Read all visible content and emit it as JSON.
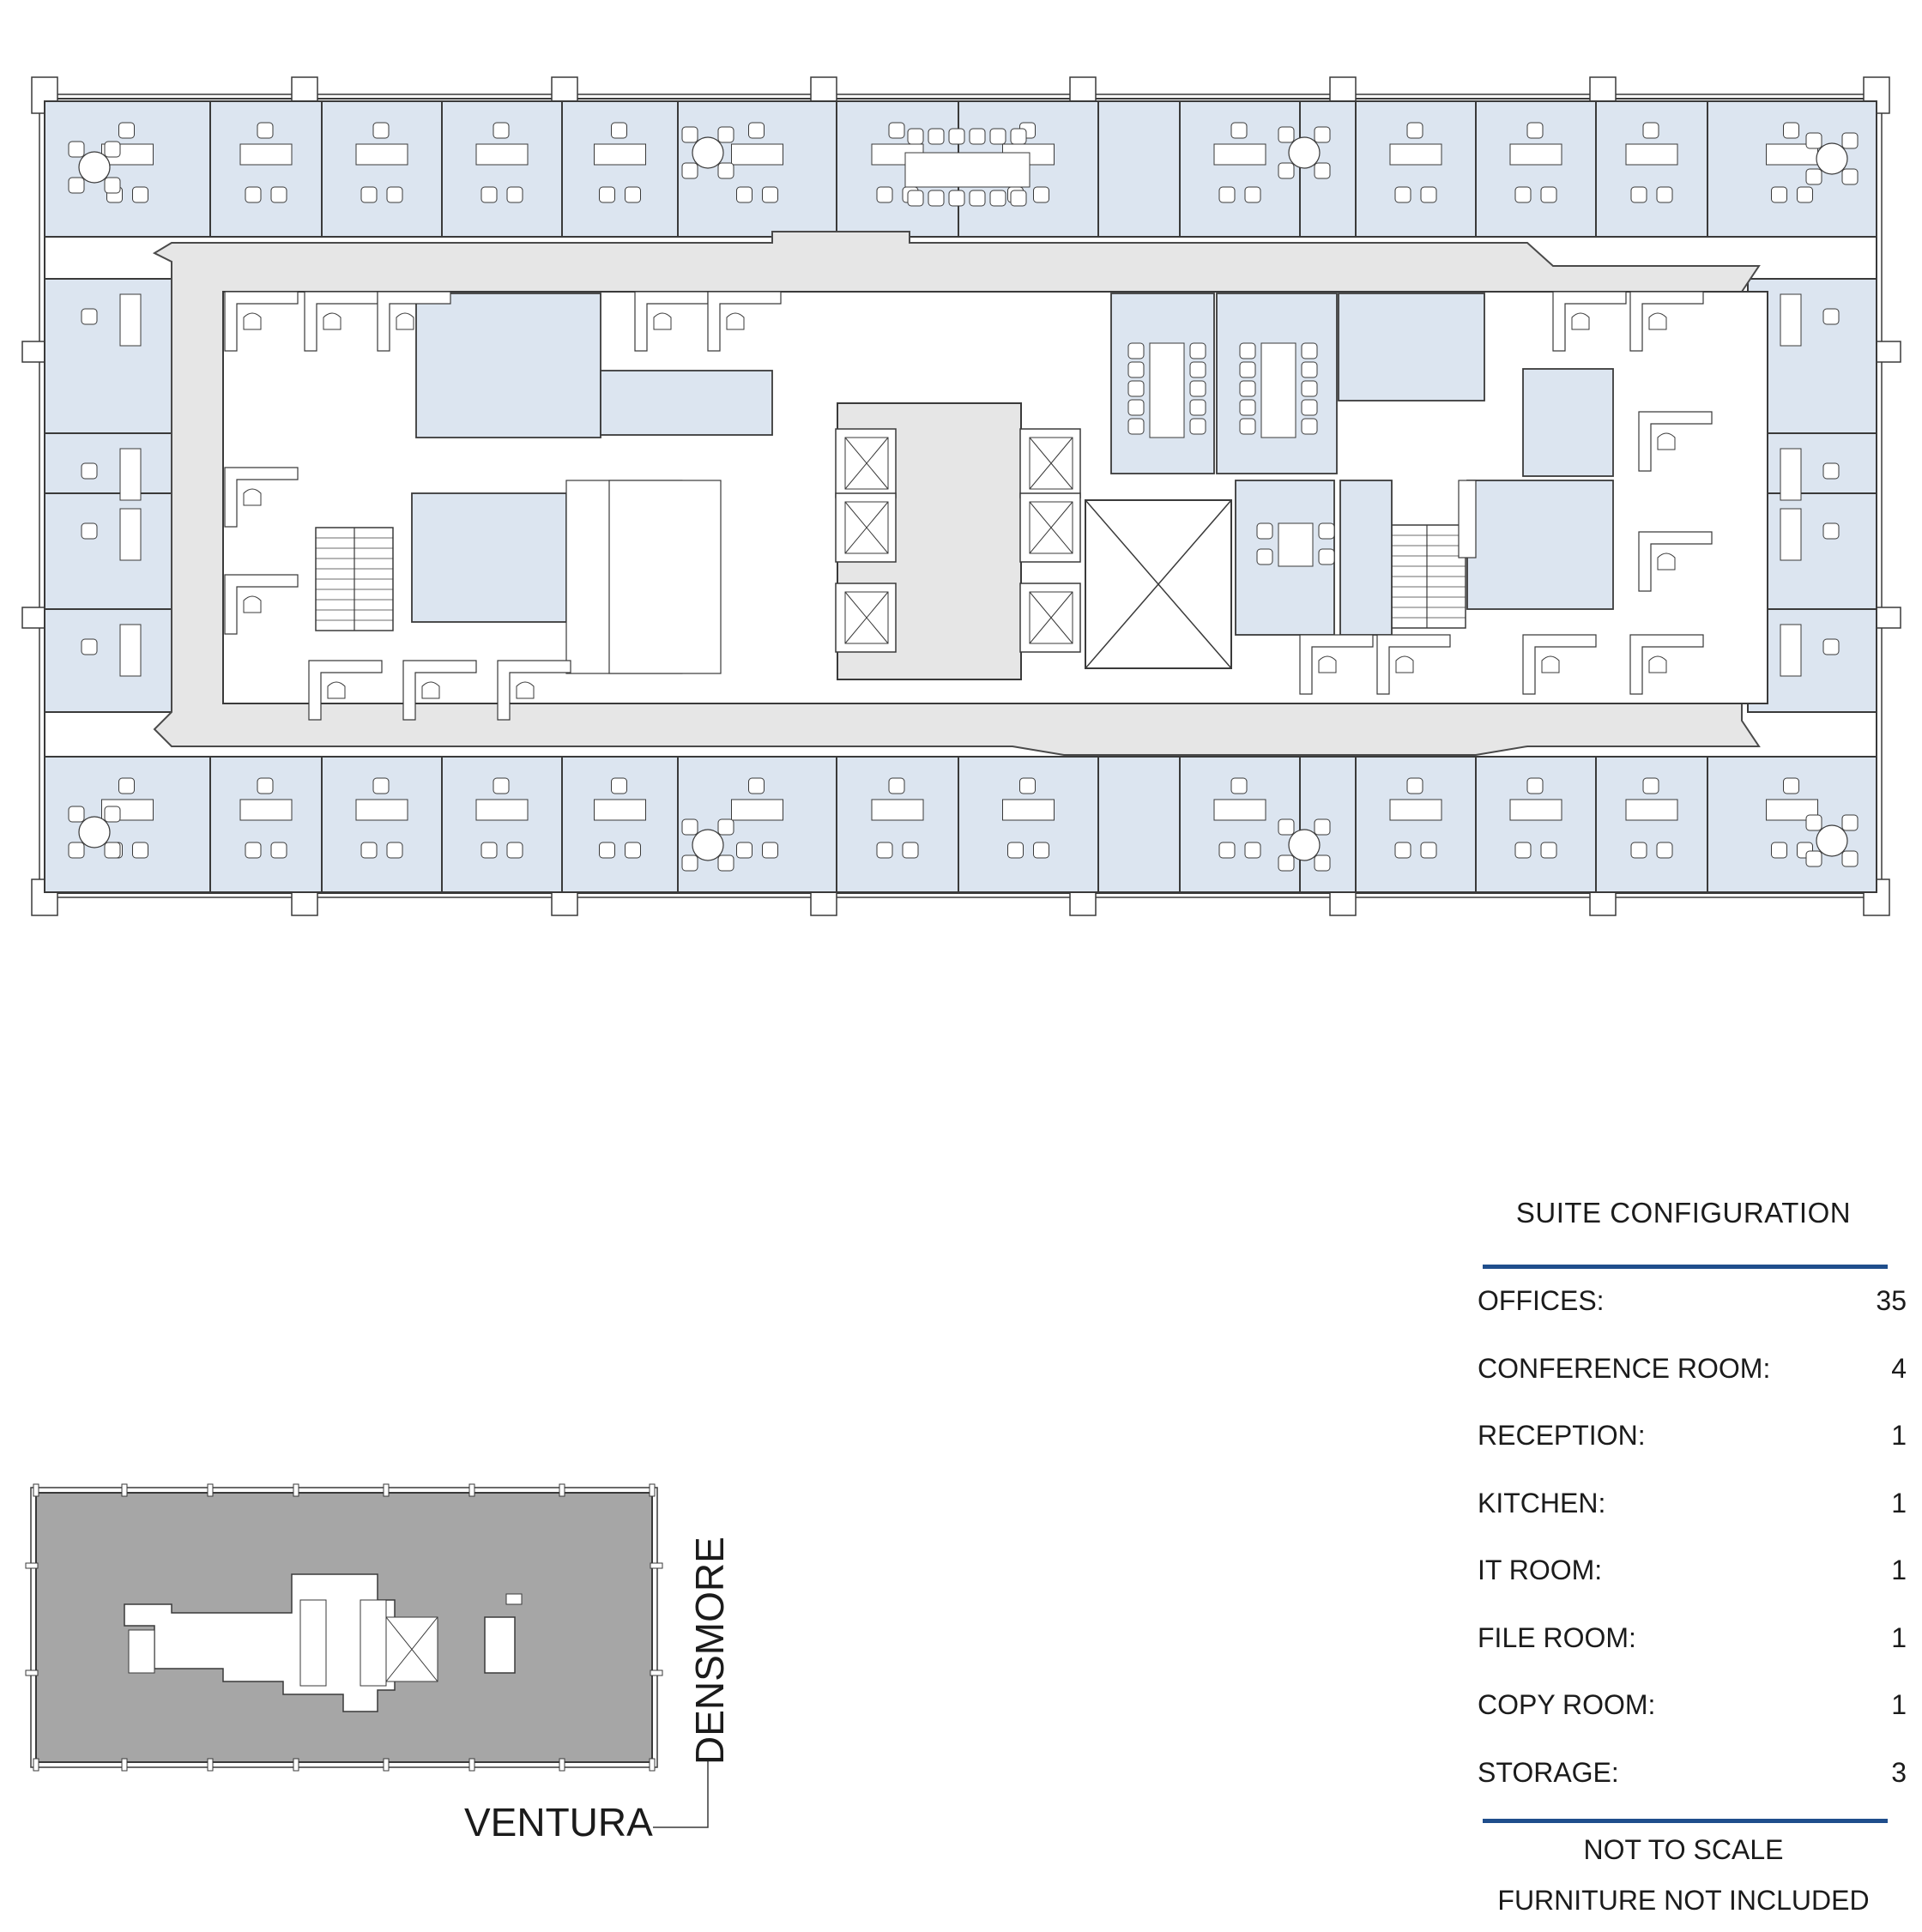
{
  "legend": {
    "title": "SUITE CONFIGURATION",
    "rows": [
      {
        "label": "OFFICES:",
        "value": "35"
      },
      {
        "label": "CONFERENCE ROOM:",
        "value": "4"
      },
      {
        "label": "RECEPTION:",
        "value": "1"
      },
      {
        "label": "KITCHEN:",
        "value": "1"
      },
      {
        "label": "IT ROOM:",
        "value": "1"
      },
      {
        "label": "FILE ROOM:",
        "value": "1"
      },
      {
        "label": "COPY ROOM:",
        "value": "1"
      },
      {
        "label": "STORAGE:",
        "value": "3"
      }
    ],
    "notes": [
      "NOT TO SCALE",
      "FURNITURE NOT INCLUDED"
    ]
  },
  "streets": {
    "ventura": "VENTURA",
    "densmore": "DENSMORE"
  },
  "colors": {
    "room_fill": "#dce5f0",
    "corridor_fill": "#e6e6e6",
    "wall_line": "#3a3a3a",
    "keyplan_fill": "#a6a6a6",
    "accent_rule": "#1f4e8c"
  }
}
